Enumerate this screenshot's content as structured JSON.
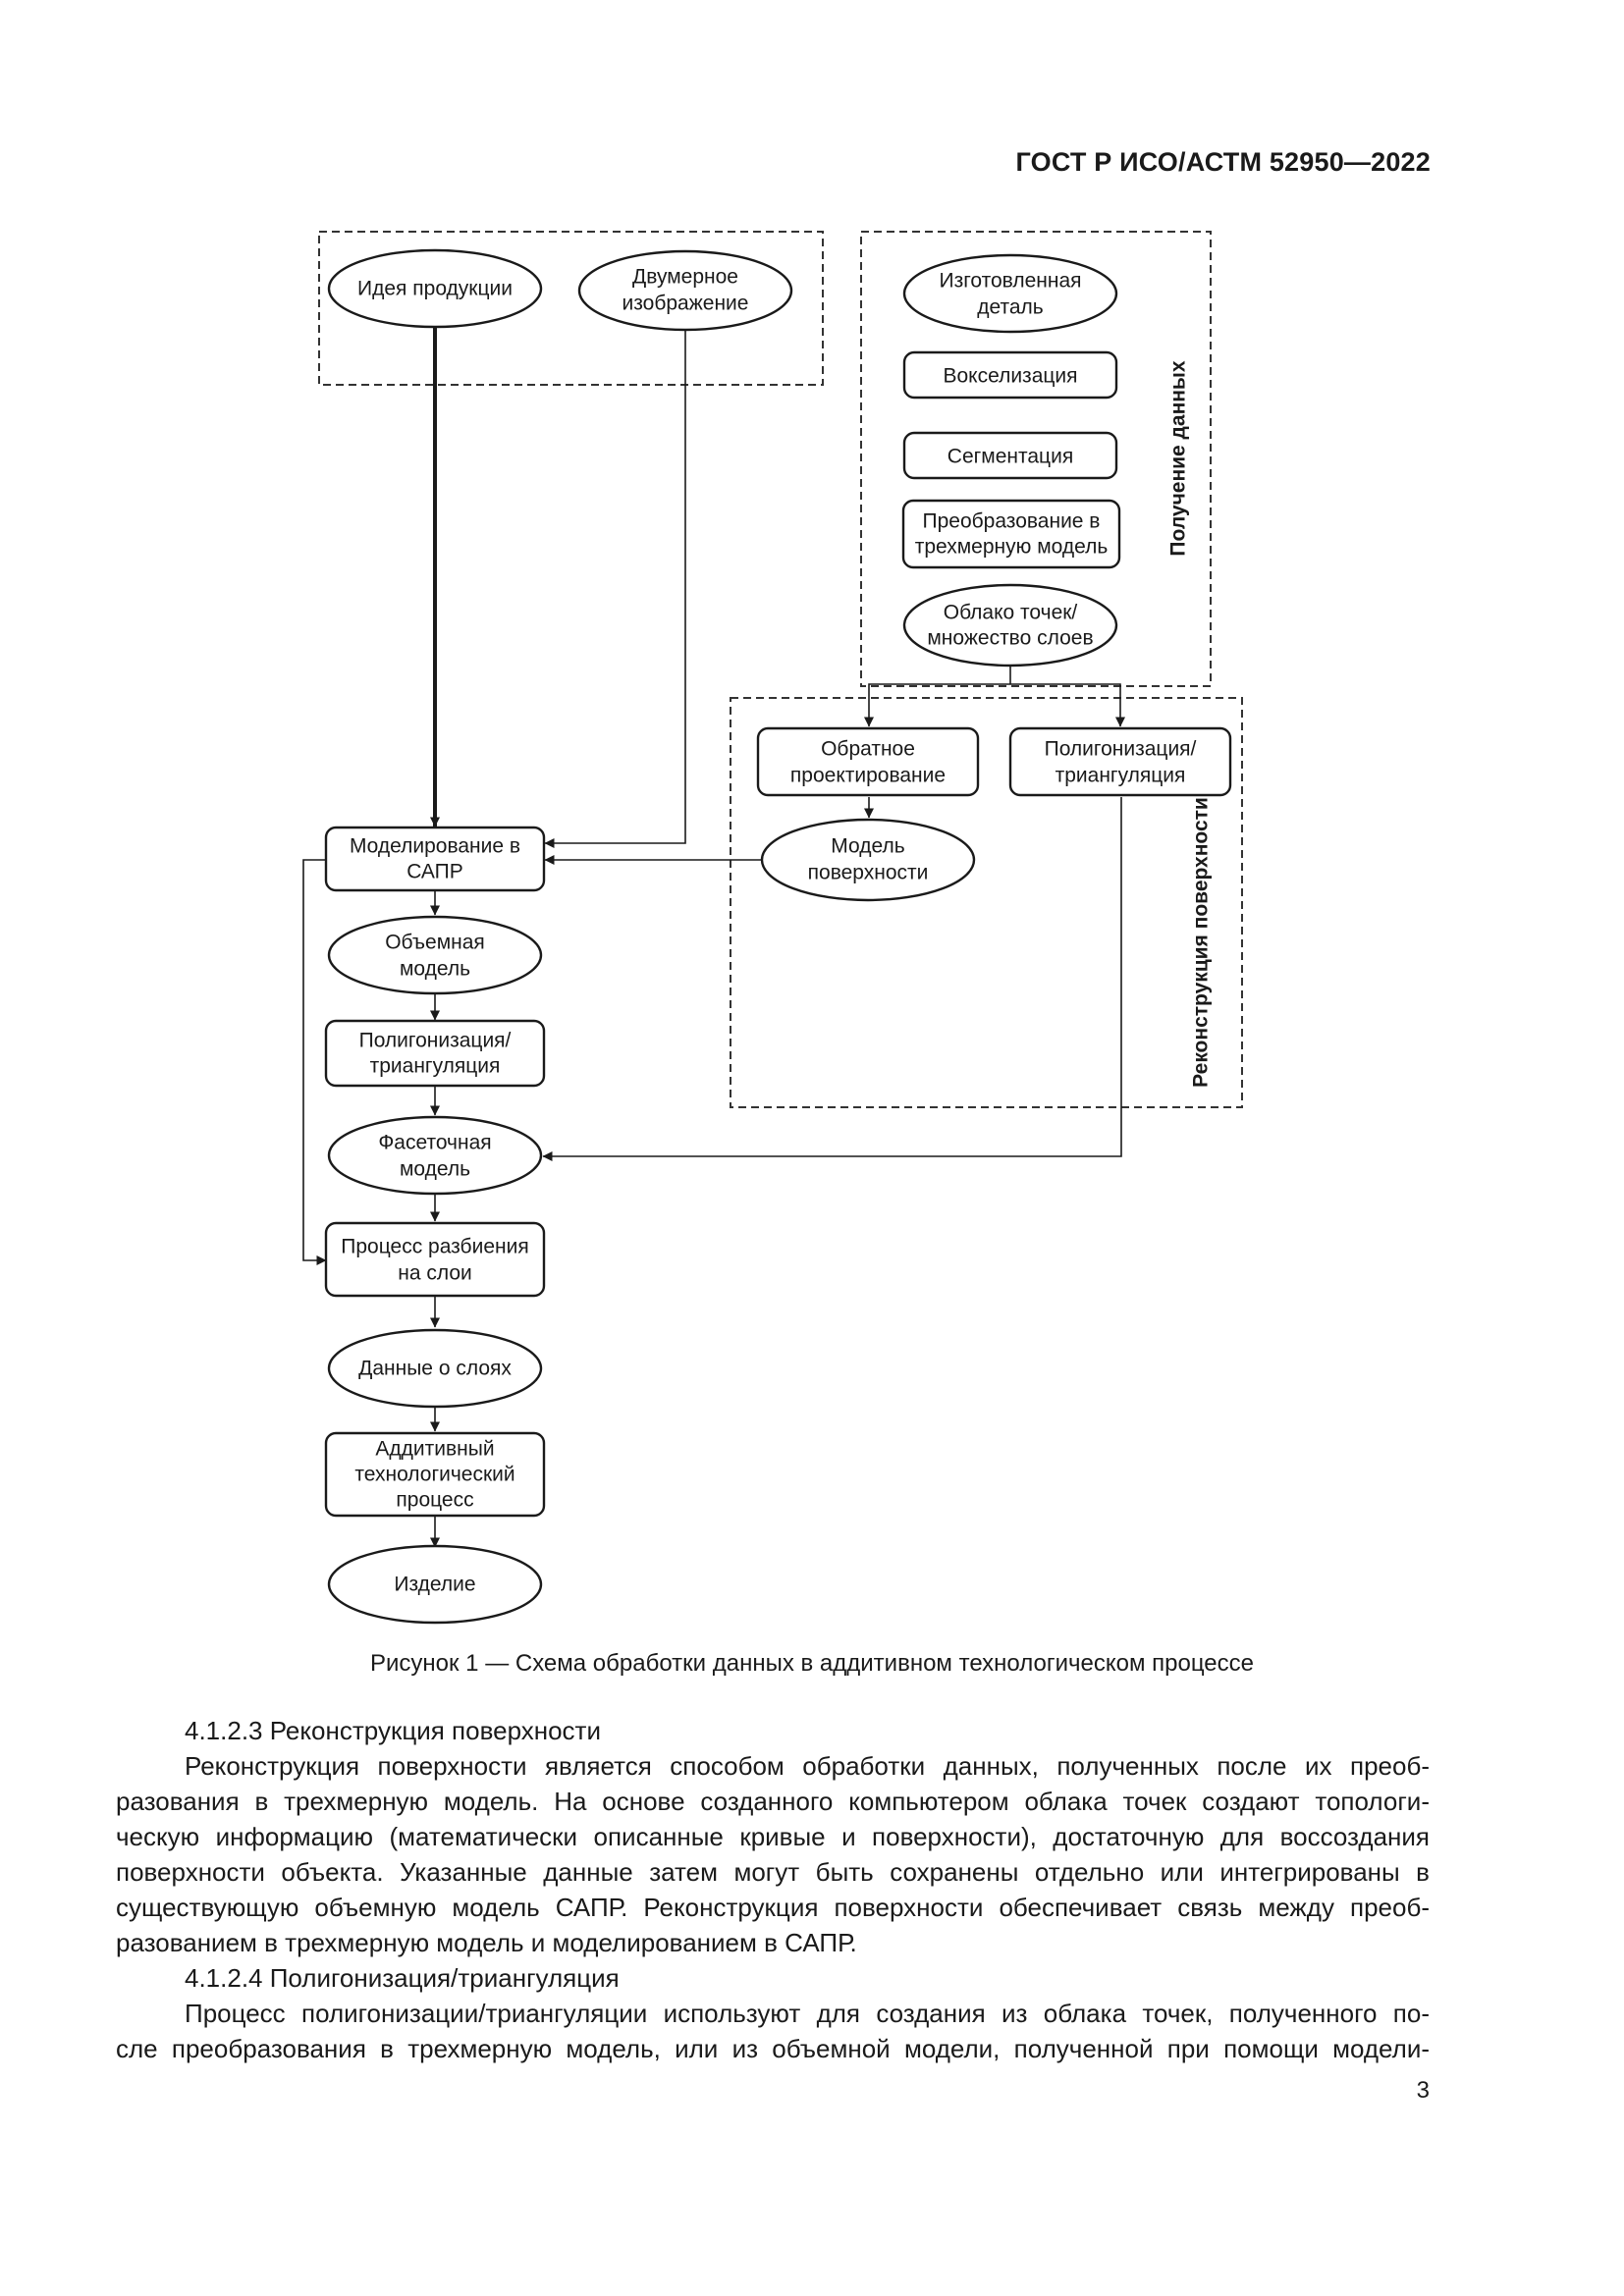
{
  "header": {
    "title": "ГОСТ Р ИСО/АСТМ 52950—2022"
  },
  "figure": {
    "caption": "Рисунок 1 — Схема обработки данных в аддитивном технологическом процессе",
    "groups": {
      "data_acquisition": "Получение данных",
      "surface_reconstruction": "Реконструкция поверхности"
    },
    "nodes": {
      "product_idea": [
        "Идея продукции"
      ],
      "image_2d": [
        "Двумерное",
        "изображение"
      ],
      "manufactured_part": [
        "Изготовленная",
        "деталь"
      ],
      "voxelization": [
        "Вокселизация"
      ],
      "segmentation": [
        "Сегментация"
      ],
      "conversion_3d": [
        "Преобразование в",
        "трехмерную модель"
      ],
      "point_cloud": [
        "Облако точек/",
        "множество слоев"
      ],
      "reverse_engineering": [
        "Обратное",
        "проектирование"
      ],
      "polygonization_right": [
        "Полигонизация/",
        "триангуляция"
      ],
      "surface_model": [
        "Модель",
        "поверхности"
      ],
      "cad_modeling": [
        "Моделирование в",
        "САПР"
      ],
      "solid_model": [
        "Объемная",
        "модель"
      ],
      "polygonization_left": [
        "Полигонизация/",
        "триангуляция"
      ],
      "facet_model": [
        "Фасеточная",
        "модель"
      ],
      "slicing": [
        "Процесс разбиения",
        "на слои"
      ],
      "layer_data": [
        "Данные о слоях"
      ],
      "am_process": [
        "Аддитивный",
        "технологический",
        "процесс"
      ],
      "product": [
        "Изделие"
      ]
    }
  },
  "body": {
    "p1": "4.1.2.3 Реконструкция поверхности",
    "p2_lines": [
      "Реконструкция поверхности является способом обработки данных, полученных после их преоб-",
      "разования в трехмерную модель. На основе созданного компьютером облака точек создают топологи-",
      "ческую информацию (математически описанные кривые и поверхности), достаточную для воссоздания",
      "поверхности объекта. Указанные данные затем могут быть сохранены отдельно или интегрированы в",
      "существующую объемную модель САПР. Реконструкция поверхности обеспечивает связь между преоб-",
      "разованием в трехмерную модель и моделированием в САПР."
    ],
    "p3": "4.1.2.4 Полигонизация/триангуляция",
    "p4_lines": [
      "Процесс полигонизации/триангуляции используют для создания из облака точек, полученного по-",
      "сле преобразования в трехмерную модель, или из объемной модели, полученной при помощи модели-"
    ]
  },
  "page_number": "3"
}
